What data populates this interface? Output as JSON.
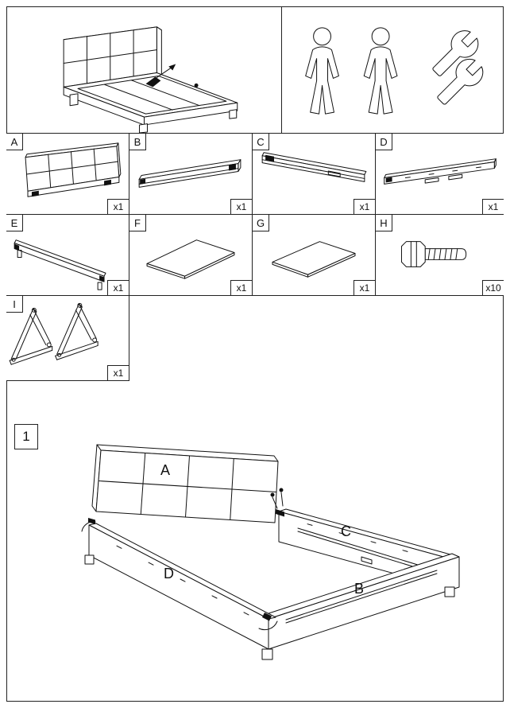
{
  "parts": [
    {
      "label": "A",
      "qty": "x1"
    },
    {
      "label": "B",
      "qty": "x1"
    },
    {
      "label": "C",
      "qty": "x1"
    },
    {
      "label": "D",
      "qty": "x1"
    },
    {
      "label": "E",
      "qty": "x1"
    },
    {
      "label": "F",
      "qty": "x1"
    },
    {
      "label": "G",
      "qty": "x1"
    },
    {
      "label": "H",
      "qty": "x10"
    },
    {
      "label": "I",
      "qty": "x1"
    }
  ],
  "overview": {
    "icons": [
      "assembled-bed",
      "person",
      "person",
      "wrench",
      "wrench"
    ]
  },
  "step": {
    "number": "1",
    "callouts": [
      "A",
      "C",
      "D",
      "B"
    ]
  }
}
